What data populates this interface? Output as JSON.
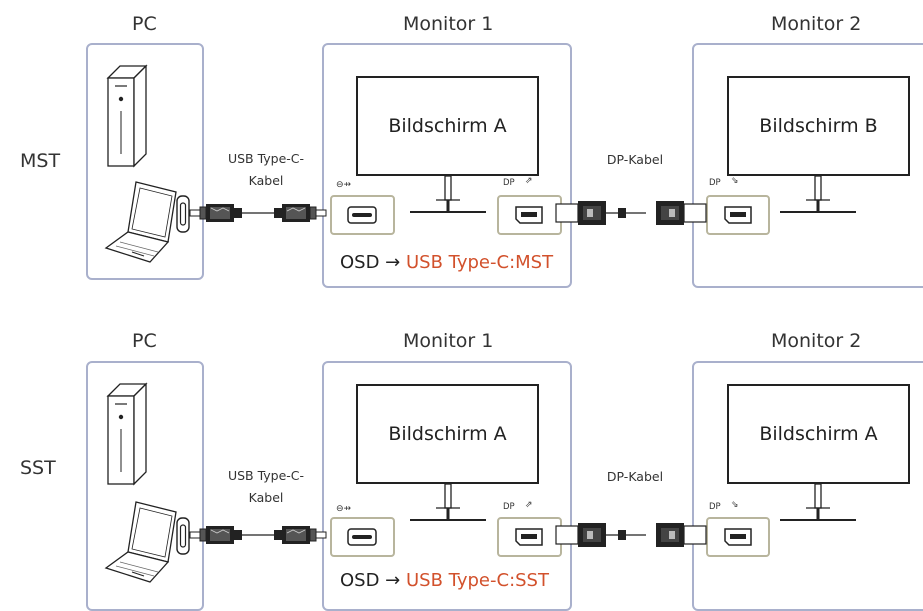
{
  "rows": [
    {
      "mode": "MST",
      "pc_label": "PC",
      "monitor1_label": "Monitor 1",
      "monitor2_label": "Monitor 2",
      "screen1_text": "Bildschirm A",
      "screen2_text": "Bildschirm B",
      "usb_cable_line1": "USB Type-C-",
      "usb_cable_line2": "Kabel",
      "dp_cable_label": "DP-Kabel",
      "dp_out_label": "DP",
      "dp_in_label": "DP",
      "osd_prefix": "OSD → ",
      "osd_value": "USB Type-C:MST"
    },
    {
      "mode": "SST",
      "pc_label": "PC",
      "monitor1_label": "Monitor 1",
      "monitor2_label": "Monitor 2",
      "screen1_text": "Bildschirm A",
      "screen2_text": "Bildschirm A",
      "usb_cable_line1": "USB Type-C-",
      "usb_cable_line2": "Kabel",
      "dp_cable_label": "DP-Kabel",
      "dp_out_label": "DP",
      "dp_in_label": "DP",
      "osd_prefix": "OSD → ",
      "osd_value": "USB Type-C:SST"
    }
  ],
  "colors": {
    "panel_border": "#a9b0cc",
    "port_border": "#b8b59d",
    "osd_accent": "#d2512c"
  },
  "icons": [
    "pc-tower-icon",
    "laptop-icon",
    "usb-c-port-icon",
    "usb-c-cable-icon",
    "displayport-icon",
    "dp-cable-icon",
    "monitor-stand-icon"
  ]
}
